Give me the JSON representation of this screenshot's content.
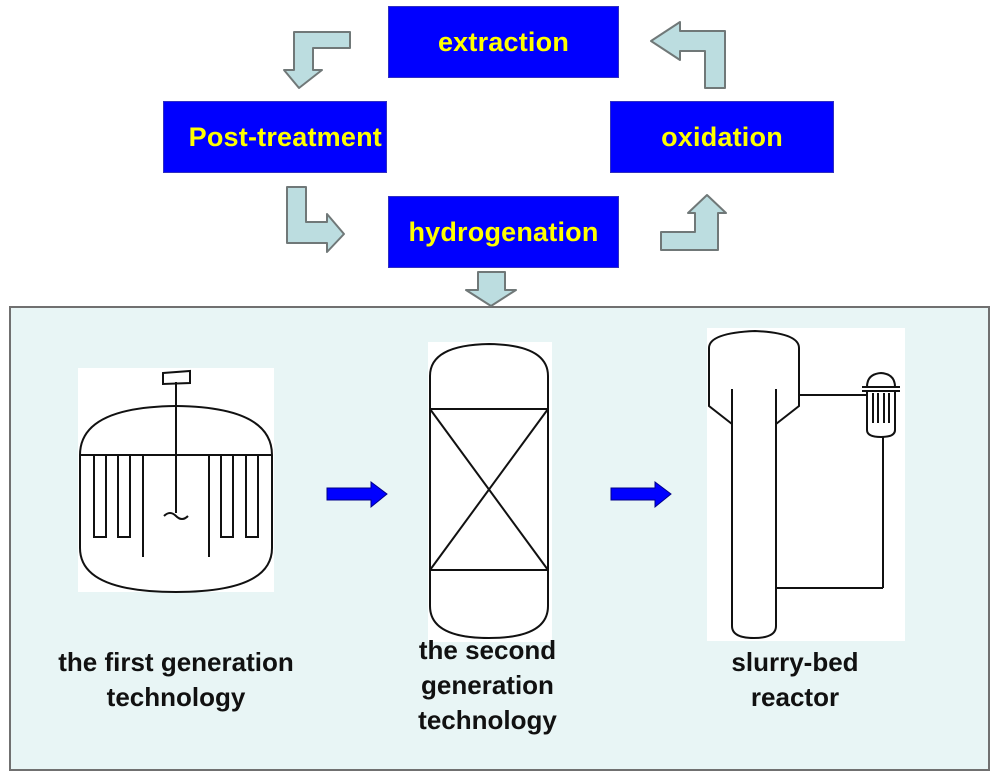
{
  "cycle": {
    "steps": [
      {
        "id": "extraction",
        "label": "extraction"
      },
      {
        "id": "oxidation",
        "label": "oxidation"
      },
      {
        "id": "hydrogenation",
        "label": "hydrogenation"
      },
      {
        "id": "post_treatment",
        "label": "Post-treatment"
      }
    ],
    "box_color": "#0000ff",
    "text_color": "#ffff00",
    "arrow_fill": "#bcdde0",
    "arrow_stroke": "#707878"
  },
  "reactors": {
    "panel_color": "#e8f5f5",
    "progress_arrow_color": "#0000ff",
    "items": [
      {
        "id": "first",
        "label_lines": [
          "the first generation",
          "technology"
        ],
        "icon": "stirred-tank-reactor-icon"
      },
      {
        "id": "second",
        "label_lines": [
          "the second",
          "generation",
          "technology"
        ],
        "icon": "fixed-bed-reactor-icon"
      },
      {
        "id": "third",
        "label_lines": [
          "slurry-bed",
          "reactor"
        ],
        "icon": "slurry-bed-reactor-icon"
      }
    ]
  }
}
